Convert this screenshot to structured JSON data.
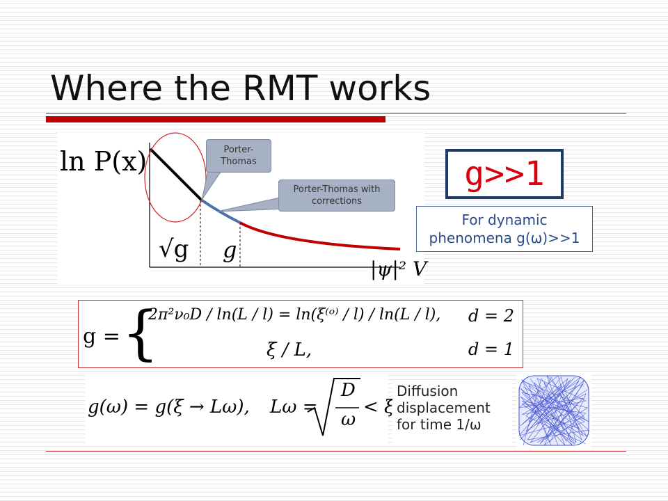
{
  "slide": {
    "title": "Where the RMT works"
  },
  "graph": {
    "y_label": "ln P(x)",
    "x_label": "|ψ|² V",
    "tick_sqrt_g": "√g",
    "tick_g": "g",
    "callout_1": "Porter-Thomas",
    "callout_2": "Porter-Thomas with corrections",
    "line_colors": {
      "main": "#000000",
      "corrections": "#4a72a8",
      "tail": "#c00000",
      "circle": "#d4212a"
    }
  },
  "badge": {
    "text": "g>>1"
  },
  "dynamic_note": {
    "line1": "For dynamic",
    "line2": "phenomena g(ω)>>1"
  },
  "formula_g": {
    "lhs": "g =",
    "case1_expr": "2π²ν₀D / ln(L / l) = ln(ξ⁽ᵒ⁾ / l) / ln(L / l),",
    "case1_cond": "d = 2",
    "case2_expr": "ξ / L,",
    "case2_cond": "d = 1"
  },
  "formula_omega": {
    "expr1": "g(ω) = g(ξ → Lω),",
    "lhs2": "Lω =",
    "frac_num": "D",
    "frac_den": "ω",
    "rel": "< ξ"
  },
  "diffusion": {
    "line1": "Diffusion",
    "line2": "displacement",
    "line3": "for time 1/ω"
  }
}
